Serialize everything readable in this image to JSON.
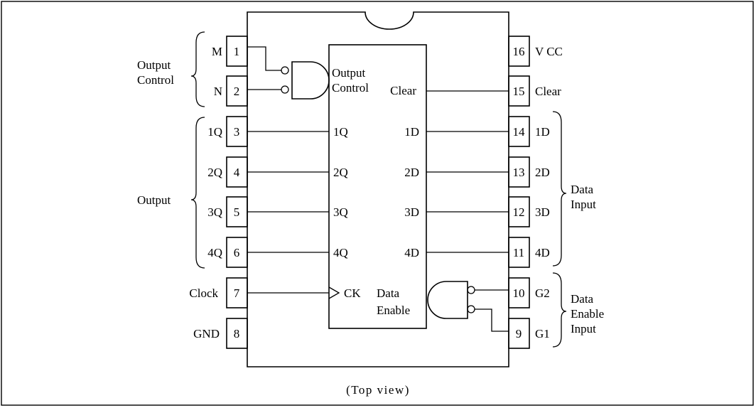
{
  "pins": [
    {
      "num": "1",
      "name": "M"
    },
    {
      "num": "2",
      "name": "N"
    },
    {
      "num": "3",
      "name": "1Q"
    },
    {
      "num": "4",
      "name": "2Q"
    },
    {
      "num": "5",
      "name": "3Q"
    },
    {
      "num": "6",
      "name": "4Q"
    },
    {
      "num": "7",
      "name": "Clock"
    },
    {
      "num": "8",
      "name": "GND"
    },
    {
      "num": "9",
      "name": "G1"
    },
    {
      "num": "10",
      "name": "G2"
    },
    {
      "num": "11",
      "name": "4D"
    },
    {
      "num": "12",
      "name": "3D"
    },
    {
      "num": "13",
      "name": "2D"
    },
    {
      "num": "14",
      "name": "1D"
    },
    {
      "num": "15",
      "name": "Clear"
    },
    {
      "num": "16",
      "name": "V CC"
    }
  ],
  "internal_labels": {
    "output_control_1": "Output",
    "output_control_2": "Control",
    "clear": "Clear",
    "q1": "1Q",
    "q2": "2Q",
    "q3": "3Q",
    "q4": "4Q",
    "d1": "1D",
    "d2": "2D",
    "d3": "3D",
    "d4": "4D",
    "ck": "CK",
    "data_enable_1": "Data",
    "data_enable_2": "Enable"
  },
  "groups": {
    "output_control_1": "Output",
    "output_control_2": "Control",
    "output": "Output",
    "data_input_1": "Data",
    "data_input_2": "Input",
    "data_enable_input_1": "Data",
    "data_enable_input_2": "Enable",
    "data_enable_input_3": "Input"
  },
  "caption": "(Top view)"
}
